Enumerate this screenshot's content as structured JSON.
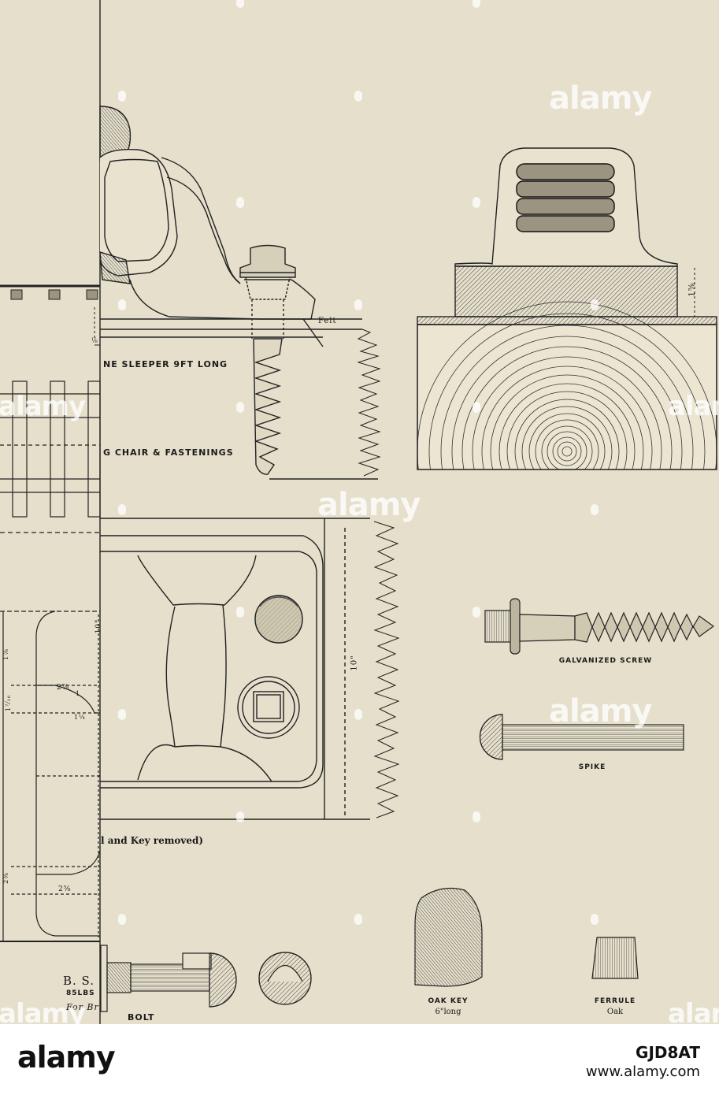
{
  "labels": {
    "sleeper": "NE SLEEPER 9FT LONG",
    "chair_fastenings": "G CHAIR & FASTENINGS",
    "felt": "Felt",
    "key_removed": "l and Key removed)",
    "bs": "B. S.",
    "bs_weight": "85LBS",
    "for_br": "For Br",
    "bolt": "BOLT",
    "oak_key": "OAK KEY",
    "oak_key_len": "6\"long",
    "ferrule": "FERRULE",
    "ferrule_mat": "Oak",
    "galvanized_screw": "GALVANIZED SCREW",
    "spike": "SPIKE"
  },
  "dimensions": {
    "chair_height": "1⅝",
    "plate_width": "10\"",
    "left_height": "10\"",
    "d1": "1⅞",
    "d2": "1⁷⁄₁₆",
    "d3": "2⅜",
    "d4": "2⅞",
    "d5": "2⅝",
    "d6": "1¼",
    "d7": "1",
    "d8": "⅛"
  },
  "watermark": {
    "text": "alamy",
    "stamp": "a"
  },
  "footer": {
    "logo": "alamy",
    "image_id": "GJD8AT",
    "url": "www.alamy.com"
  }
}
